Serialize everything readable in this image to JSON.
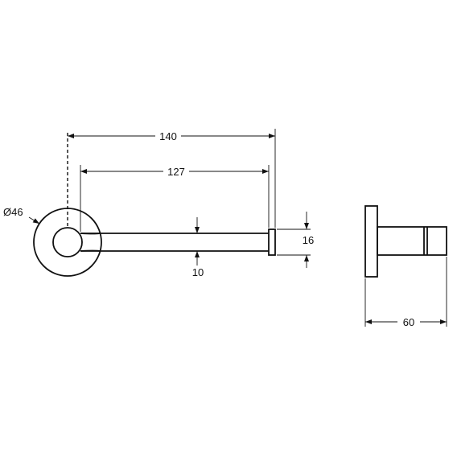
{
  "drawing": {
    "dimensions": {
      "overall_length": "140",
      "inner_length": "127",
      "rosette_diameter": "Ø46",
      "rod_thickness": "10",
      "end_cap_height": "16",
      "projection_depth": "60"
    },
    "colors": {
      "line": "#111111",
      "background": "#ffffff"
    }
  }
}
